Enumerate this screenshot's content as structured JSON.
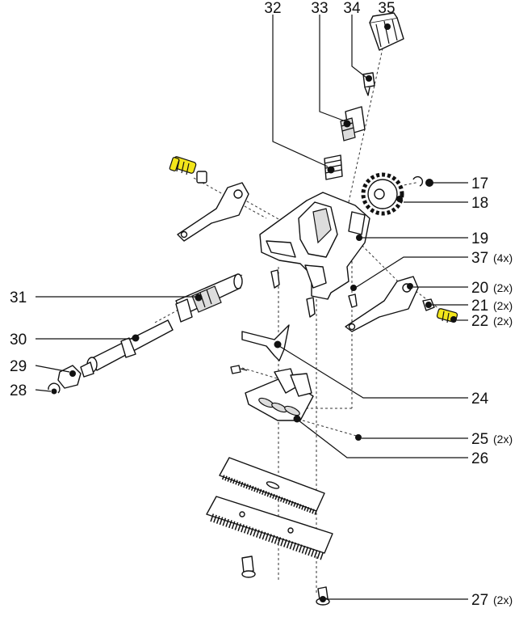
{
  "callouts": [
    {
      "id": "c32",
      "num": "32",
      "qty": ""
    },
    {
      "id": "c33",
      "num": "33",
      "qty": ""
    },
    {
      "id": "c34",
      "num": "34",
      "qty": ""
    },
    {
      "id": "c35",
      "num": "35",
      "qty": ""
    },
    {
      "id": "c17",
      "num": "17",
      "qty": ""
    },
    {
      "id": "c18",
      "num": "18",
      "qty": ""
    },
    {
      "id": "c19",
      "num": "19",
      "qty": ""
    },
    {
      "id": "c37",
      "num": "37",
      "qty": "(4x)"
    },
    {
      "id": "c20",
      "num": "20",
      "qty": "(2x)"
    },
    {
      "id": "c21",
      "num": "21",
      "qty": "(2x)"
    },
    {
      "id": "c22",
      "num": "22",
      "qty": "(2x)"
    },
    {
      "id": "c24",
      "num": "24",
      "qty": ""
    },
    {
      "id": "c25",
      "num": "25",
      "qty": "(2x)"
    },
    {
      "id": "c26",
      "num": "26",
      "qty": ""
    },
    {
      "id": "c27",
      "num": "27",
      "qty": "(2x)"
    },
    {
      "id": "c31",
      "num": "31",
      "qty": ""
    },
    {
      "id": "c30",
      "num": "30",
      "qty": ""
    },
    {
      "id": "c29",
      "num": "29",
      "qty": ""
    },
    {
      "id": "c28",
      "num": "28",
      "qty": ""
    }
  ],
  "colors": {
    "highlight": "#f2e51b",
    "ink": "#111111"
  }
}
